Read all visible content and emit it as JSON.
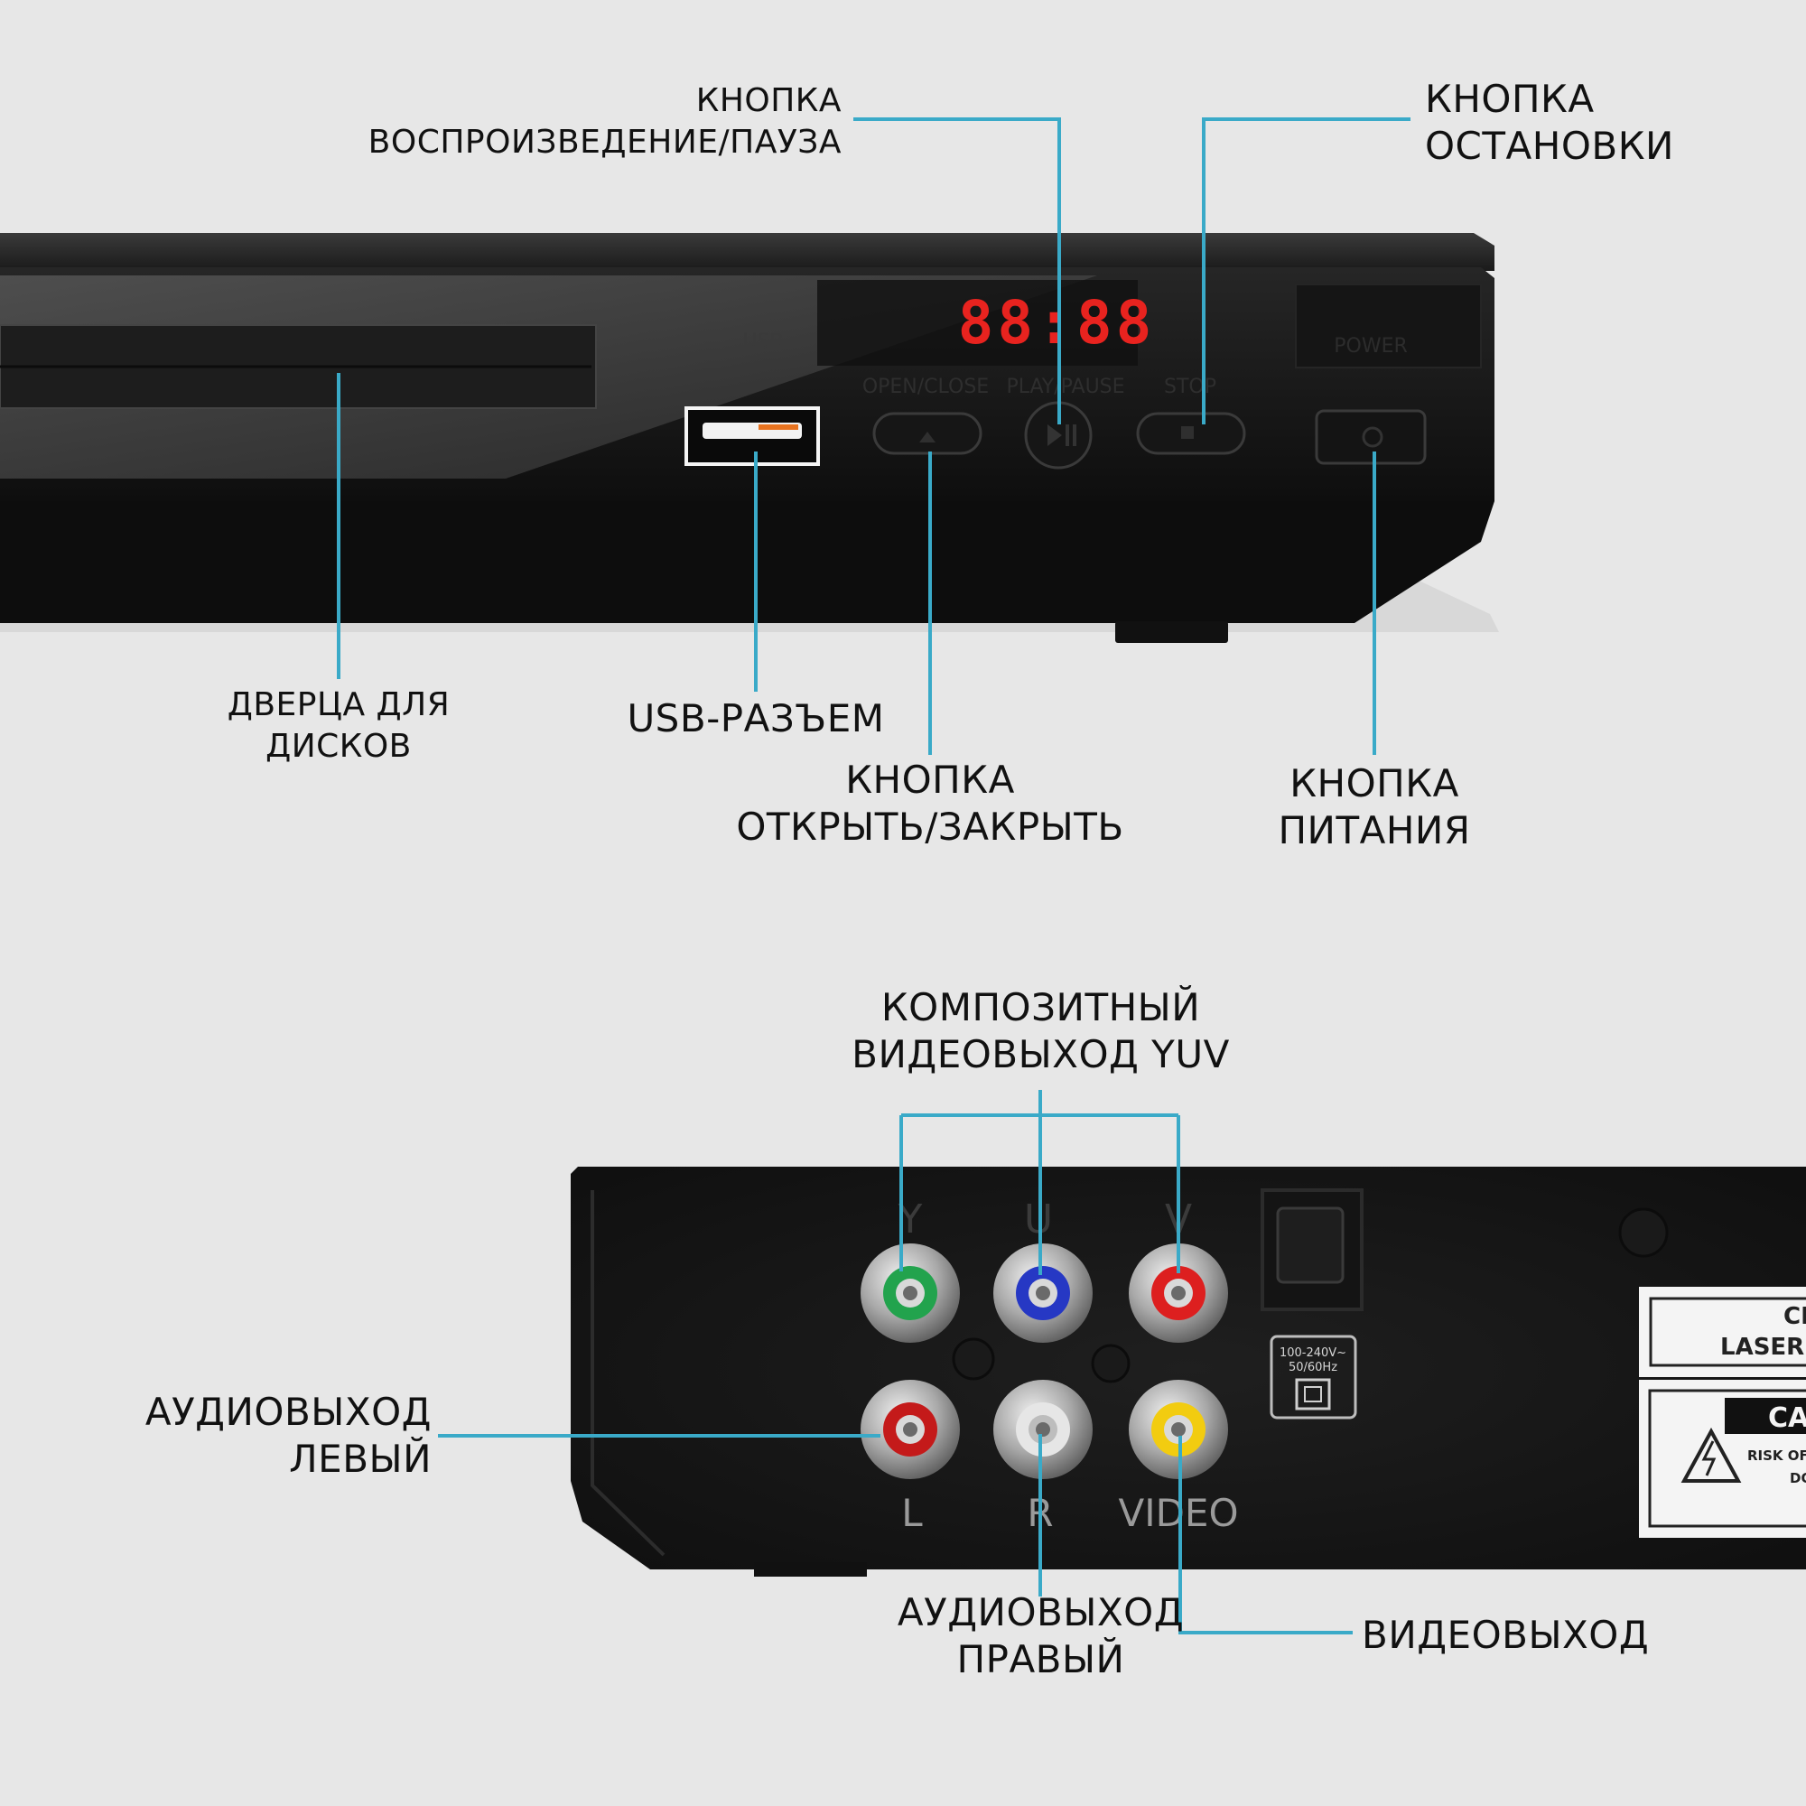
{
  "front_panel": {
    "display": "88:88",
    "usb_marking": "USB",
    "button_markings": [
      "OPEN/CLOSE",
      "PLAY/PAUSE",
      "STOP"
    ],
    "power_marking": "POWER"
  },
  "rear_panel": {
    "jack_labels": [
      "Y",
      "U",
      "V",
      "L",
      "R",
      "VIDEO"
    ],
    "power_spec": [
      "100-240V~",
      "50/60Hz"
    ],
    "label_fragments": [
      "CL",
      "LASER",
      "CA",
      "RISK OF",
      "DO"
    ]
  },
  "callouts": {
    "play_pause": [
      "КНОПКА",
      "ВОСПРОИЗВЕДЕНИЕ/ПАУЗА"
    ],
    "stop": [
      "КНОПКА",
      "ОСТАНОВКИ"
    ],
    "disc_door": [
      "ДВЕРЦА ДЛЯ",
      "ДИСКОВ"
    ],
    "usb": [
      "USB-РАЗЪЕМ"
    ],
    "open_close": [
      "КНОПКА",
      "ОТКРЫТЬ/ЗАКРЫТЬ"
    ],
    "power": [
      "КНОПКА",
      "ПИТАНИЯ"
    ],
    "component": [
      "КОМПОЗИТНЫЙ",
      "ВИДЕОВЫХОД YUV"
    ],
    "audio_left": [
      "АУДИОВЫХОД",
      "ЛЕВЫЙ"
    ],
    "audio_right": [
      "АУДИОВЫХОД",
      "ПРАВЫЙ"
    ],
    "video": [
      "ВИДЕОВЫХОД"
    ]
  },
  "colors": {
    "background": "#e7e7e7",
    "leader_line": "#3aaac8",
    "body": "#141414",
    "led": "#e8231f",
    "jack_green": "#22a34d",
    "jack_blue": "#2638c4",
    "jack_red": "#dd1f1f",
    "jack_white": "#e6e6e6",
    "jack_yellow": "#f2cc10"
  }
}
